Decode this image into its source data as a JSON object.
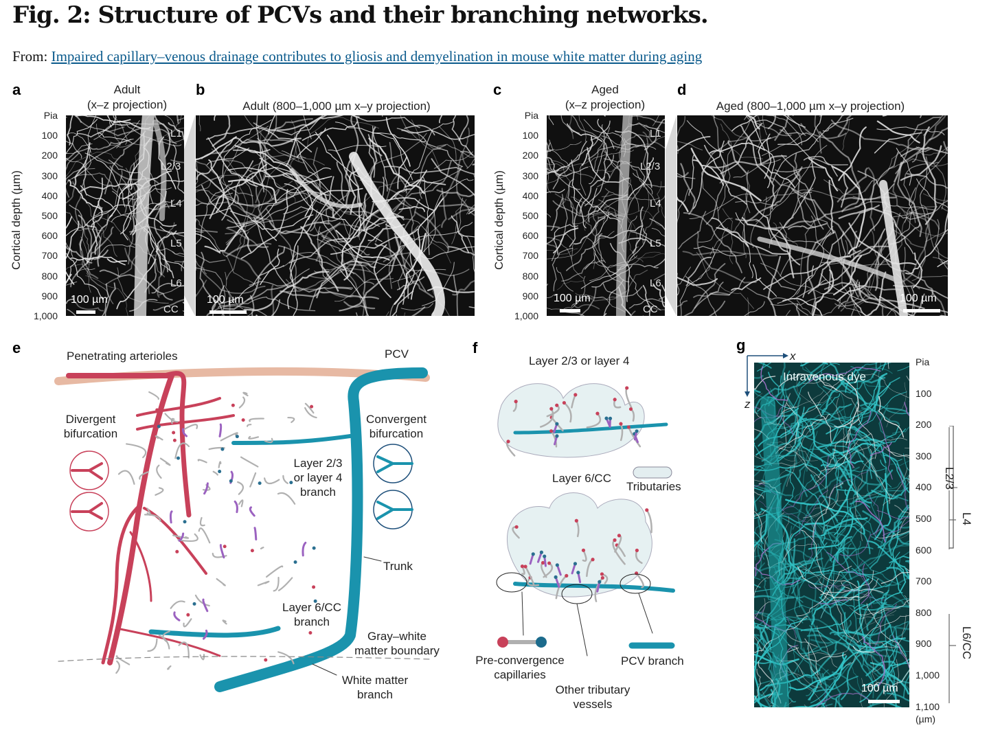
{
  "figure": {
    "title": "Fig. 2: Structure of PCVs and their branching networks.",
    "from_label": "From:",
    "from_link": "Impaired capillary–venous drainage contributes to gliosis and demyelination in mouse white matter during aging"
  },
  "panels": {
    "a": {
      "letter": "a",
      "title_line1": "Adult",
      "title_line2": "(x–z projection)",
      "scale": "100 µm"
    },
    "b": {
      "letter": "b",
      "title": "Adult (800–1,000 µm x–y projection)",
      "scale": "100 µm"
    },
    "c": {
      "letter": "c",
      "title_line1": "Aged",
      "title_line2": "(x–z projection)",
      "scale": "100 µm"
    },
    "d": {
      "letter": "d",
      "title": "Aged (800–1,000 µm x–y projection)",
      "scale": "100 µm"
    },
    "e": {
      "letter": "e",
      "penetrating_arterioles": "Penetrating arterioles",
      "pcv": "PCV",
      "divergent_1": "Divergent",
      "divergent_2": "bifurcation",
      "convergent_1": "Convergent",
      "convergent_2": "bifurcation",
      "layer23_1": "Layer 2/3",
      "layer23_2": "or layer 4",
      "layer23_3": "branch",
      "trunk": "Trunk",
      "layer6_1": "Layer 6/CC",
      "layer6_2": "branch",
      "gw_1": "Gray–white",
      "gw_2": "matter boundary",
      "wm_1": "White matter",
      "wm_2": "branch"
    },
    "f": {
      "letter": "f",
      "layer23": "Layer 2/3 or layer 4",
      "layer6": "Layer 6/CC",
      "tributaries": "Tributaries",
      "precap_1": "Pre-convergence",
      "precap_2": "capillaries",
      "other_1": "Other tributary",
      "other_2": "vessels",
      "pcv_branch": "PCV branch"
    },
    "g": {
      "letter": "g",
      "x_axis": "x",
      "z_axis": "z",
      "dye": "Intravenous dye",
      "scale": "100 µm",
      "ticks": [
        "Pia",
        "100",
        "200",
        "300",
        "400",
        "500",
        "600",
        "700",
        "800",
        "900",
        "1,000",
        "1,100"
      ],
      "unit": "(µm)",
      "layers": [
        "L2/3",
        "L4",
        "L6/CC"
      ]
    }
  },
  "depth_axis": {
    "label": "Cortical depth (µm)",
    "ticks": [
      "Pia",
      "100",
      "200",
      "300",
      "400",
      "500",
      "600",
      "700",
      "800",
      "900",
      "1,000"
    ],
    "layers": [
      "L1",
      "L2/3",
      "L4",
      "L5",
      "L6",
      "CC"
    ]
  },
  "colors": {
    "artery": "#c8415a",
    "vein": "#1a93ad",
    "capillary": "#b0b0b0",
    "tributary_purple": "#9b62c0",
    "link": "#0a5a8c",
    "dye": "#1b8e93"
  }
}
